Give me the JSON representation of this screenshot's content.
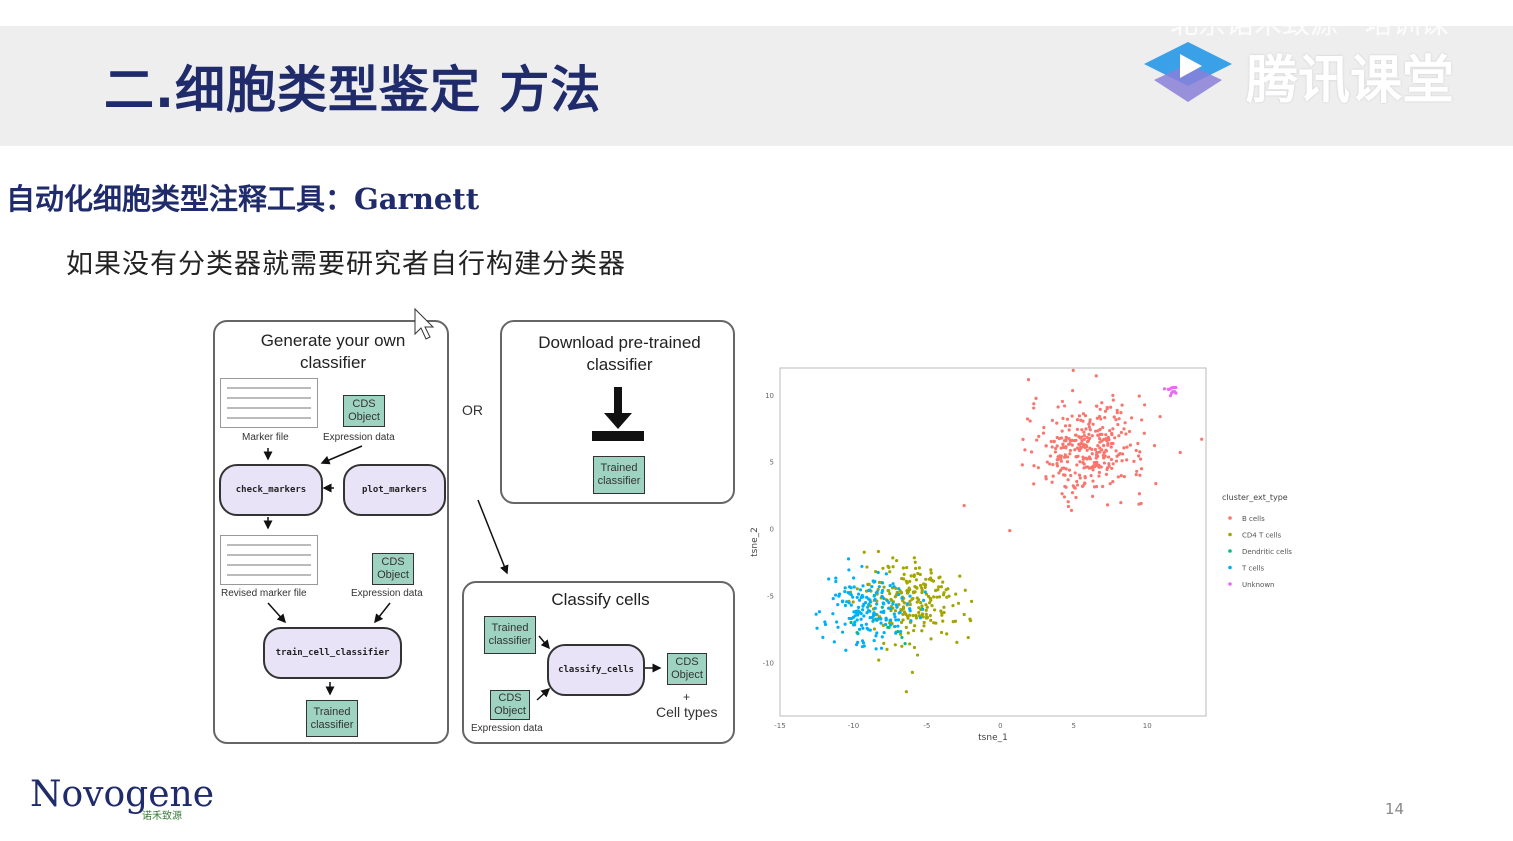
{
  "watermark_top": "北京诺禾致源 · 培训课",
  "tencent_brand": "腾讯课堂",
  "slide_title": "二.细胞类型鉴定 方法",
  "subtitle": "自动化细胞类型注释工具：Garnett",
  "body_text": "如果没有分类器就需要研究者自行构建分类器",
  "diagram": {
    "generate_title": "Generate your own classifier",
    "cds_object": "CDS Object",
    "marker_file": "Marker file",
    "expression_data": "Expression data",
    "check_markers": "check_markers",
    "plot_markers": "plot_markers",
    "revised_marker_file": "Revised marker file",
    "train_cell_classifier": "train_cell_classifier",
    "trained_classifier": "Trained classifier",
    "or": "OR",
    "download_title": "Download pre-trained classifier",
    "classify_title": "Classify cells",
    "classify_cells_fn": "classify_cells",
    "plus": "+",
    "cell_types": "Cell types"
  },
  "chart_data": {
    "type": "scatter",
    "xlabel": "tsne_1",
    "ylabel": "tsne_2",
    "xlim": [
      -15,
      14
    ],
    "ylim": [
      -14,
      12
    ],
    "xticks": [
      "-15",
      "-10",
      "-5",
      "0",
      "5",
      "10"
    ],
    "yticks": [
      "10",
      "5",
      "0",
      "-5",
      "-10"
    ],
    "legend_title": "cluster_ext_type",
    "legend_position": "right",
    "series": [
      {
        "name": "B cells",
        "color": "#f8766d"
      },
      {
        "name": "CD4 T cells",
        "color": "#a3a500"
      },
      {
        "name": "Dendritic cells",
        "color": "#00bf7d"
      },
      {
        "name": "T cells",
        "color": "#00b0f6"
      },
      {
        "name": "Unknown",
        "color": "#e76bf3"
      }
    ],
    "clusters": [
      {
        "series": "B cells",
        "center": [
          6,
          6
        ],
        "spread": [
          3.6,
          3.2
        ],
        "count": 340
      },
      {
        "series": "CD4 T cells",
        "center": [
          -6,
          -5.5
        ],
        "spread": [
          3.2,
          3
        ],
        "count": 230
      },
      {
        "series": "T cells",
        "center": [
          -9,
          -6
        ],
        "spread": [
          2.6,
          2.4
        ],
        "count": 180
      },
      {
        "series": "Dendritic cells",
        "center": [
          -8,
          -7
        ],
        "spread": [
          2,
          2
        ],
        "count": 8
      },
      {
        "series": "Unknown",
        "center": [
          11.5,
          10.3
        ],
        "spread": [
          0.5,
          0.4
        ],
        "count": 12
      }
    ]
  },
  "footer": {
    "logo": "Novogene",
    "logo_sub": "诺禾致源",
    "page_number": "14"
  }
}
